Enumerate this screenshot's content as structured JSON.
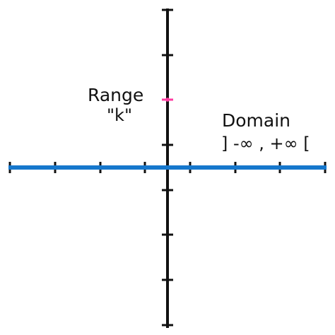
{
  "labels": {
    "range_title": "Range",
    "range_value": "\"k\"",
    "domain_title": "Domain",
    "domain_value": "] -∞ , +∞ ["
  },
  "colors": {
    "axis": "#111111",
    "line": "#1677cc",
    "range_marker": "#ff3aa0",
    "background": "#ffffff"
  }
}
